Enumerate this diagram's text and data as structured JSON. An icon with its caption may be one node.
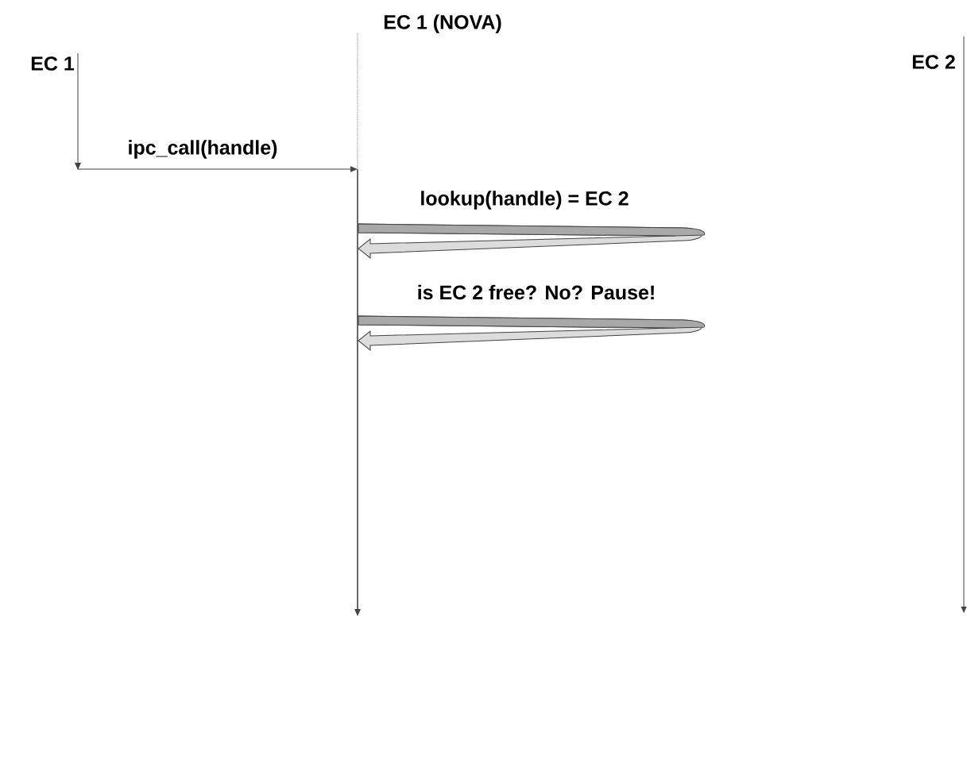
{
  "diagram": {
    "nodes": [
      {
        "text": [
          "EC 1"
        ]
      },
      {
        "text": [
          "EC 1 (NOVA)"
        ]
      },
      {
        "text": [
          "EC 2"
        ]
      },
      {
        "text": [],
        "shape": "bar"
      }
    ],
    "edges": [
      {
        "from": 0,
        "to": 3,
        "arrow": "to",
        "label": "ipc_call(handle)"
      },
      {
        "from": 3,
        "to": 3,
        "arrow": "to",
        "label": "lookup(handle) = EC 2"
      },
      {
        "from": 3,
        "to": 3,
        "arrow": "to",
        "label": "is EC 2 free? No? Pause!"
      }
    ]
  }
}
